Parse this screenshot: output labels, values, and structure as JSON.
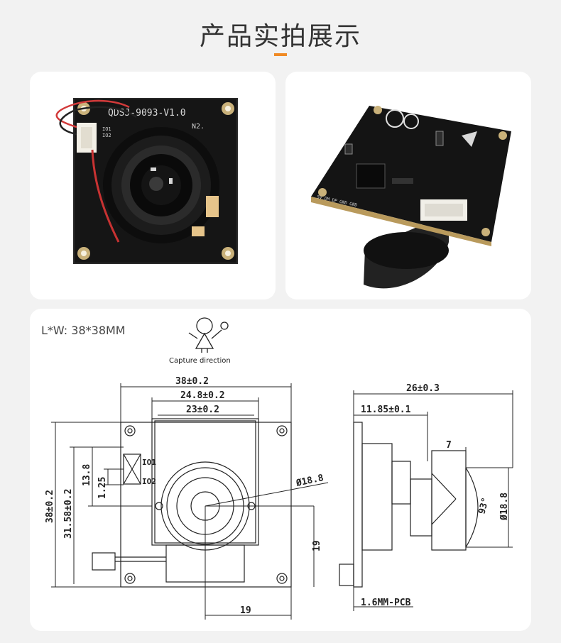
{
  "page_title": "产品实拍展示",
  "board_silk": {
    "model": "QDSJ-9093-V1.0",
    "mark": "N2.",
    "pin1": "IO1",
    "pin2": "IO2"
  },
  "board2_silk": {
    "pins": "5V  DM  DP  GND  GND"
  },
  "size_label": "L*W: 38*38MM",
  "capture_label": "Capture direction",
  "front_dims": {
    "width": "38±0.2",
    "inner_width": "24.8±0.2",
    "lens_width": "23±0.2",
    "height": "38±0.2",
    "inner_height": "31.58±0.2",
    "hole_y": "13.8",
    "hole_gap": "1.25",
    "io1": "IO1",
    "io2": "IO2",
    "lens_dia": "Ø18.8",
    "center_y": "19",
    "center_x": "19"
  },
  "side_dims": {
    "depth": "26±0.3",
    "board_offset": "11.85±0.1",
    "lens_len": "7",
    "angle": "93°",
    "lens_dia": "Ø18.8",
    "pcb": "1.6MM-PCB"
  }
}
